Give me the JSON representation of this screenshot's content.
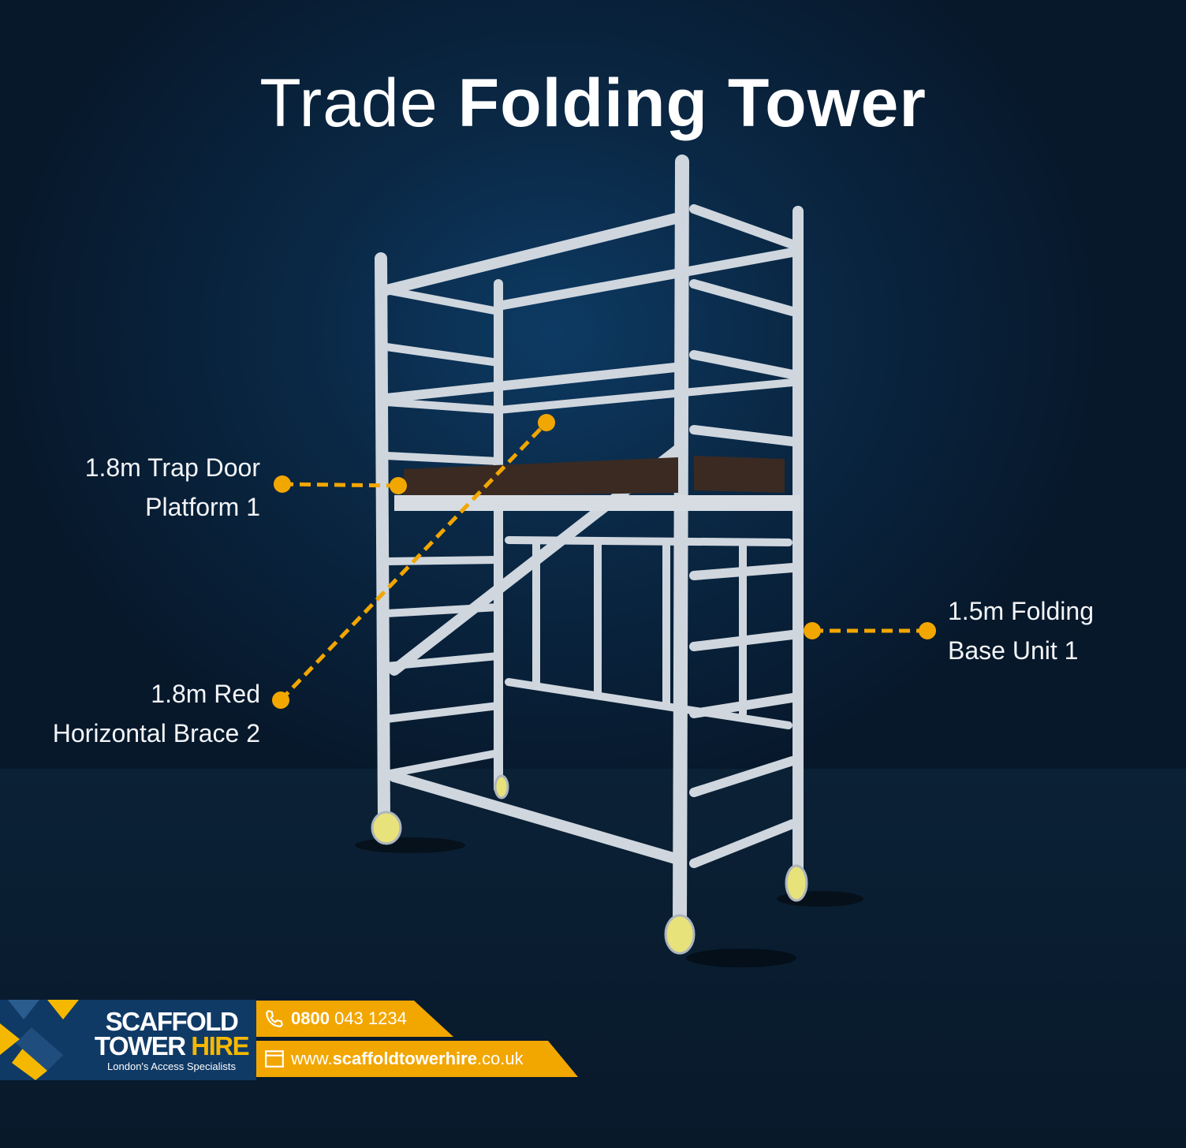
{
  "title": {
    "light": "Trade",
    "bold": "Folding Tower"
  },
  "callouts": [
    {
      "line1": "1.8m Trap Door",
      "line2": "Platform 1"
    },
    {
      "line1": "1.8m Red",
      "line2": "Horizontal Brace 2"
    },
    {
      "line1": "1.5m Folding",
      "line2": "Base Unit 1"
    }
  ],
  "brand": {
    "line1": "SCAFFOLD",
    "line2a": "TOWER",
    "line2b": "HIRE",
    "tagline": "London's Access Specialists",
    "phone_bold": "0800",
    "phone_rest": "043 1234",
    "web_prefix": "www.",
    "web_bold": "scaffoldtowerhire",
    "web_suffix": ".co.uk"
  },
  "colors": {
    "accent": "#f2a600",
    "navy": "#103a66",
    "background": "#0a2845"
  }
}
